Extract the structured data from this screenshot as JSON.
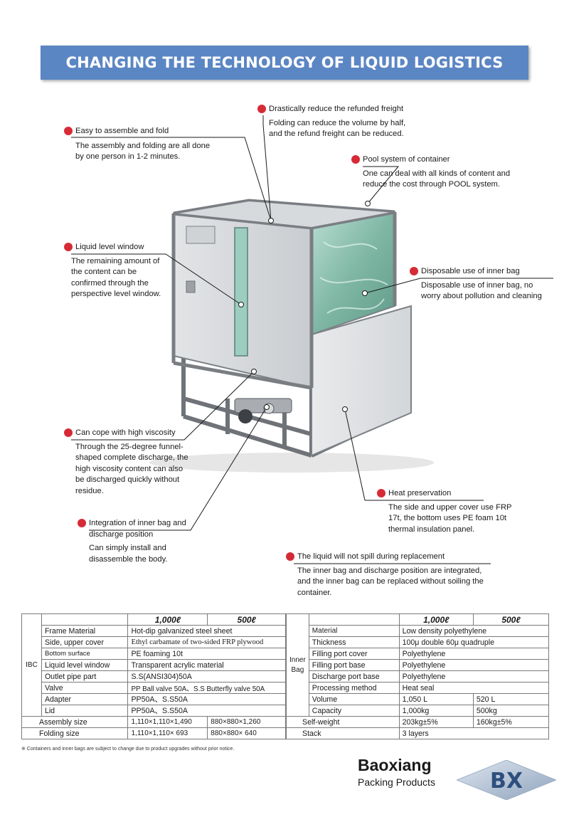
{
  "banner": {
    "title": "CHANGING THE TECHNOLOGY OF LIQUID LOGISTICS"
  },
  "callouts": [
    {
      "key": "assemble",
      "title": "Easy to assemble and fold",
      "desc": [
        "The assembly and folding are all done",
        "by one person in 1-2 minutes."
      ]
    },
    {
      "key": "freight",
      "title": "Drastically reduce the refunded freight",
      "desc": [
        "Folding can reduce the volume by half,",
        "and the refund freight can be reduced."
      ]
    },
    {
      "key": "pool",
      "title": "Pool system of container",
      "desc": [
        "One can deal with all kinds of content and",
        "reduce the cost through POOL system."
      ]
    },
    {
      "key": "level",
      "title": "Liquid level window",
      "desc": [
        "The remaining amount of",
        "the content can be",
        "confirmed through the",
        "perspective level window."
      ]
    },
    {
      "key": "disposable",
      "title": "Disposable use of inner bag",
      "desc": [
        "Disposable use of inner bag, no",
        "worry about pollution and cleaning"
      ]
    },
    {
      "key": "viscosity",
      "title": "Can cope with high viscosity",
      "desc": [
        "Through the 25-degree funnel-",
        "shaped complete discharge, the",
        "high viscosity content can also",
        "be discharged quickly without",
        "residue."
      ]
    },
    {
      "key": "heat",
      "title": "Heat preservation",
      "desc": [
        "The side and upper cover use FRP",
        "17t, the bottom uses PE foam 10t",
        "thermal insulation panel."
      ]
    },
    {
      "key": "integration",
      "title": "Integration of inner bag and discharge position",
      "desc": [
        "Can simply install and",
        "disassemble the body."
      ]
    },
    {
      "key": "spill",
      "title": "The liquid will not spill during replacement",
      "desc": [
        "The inner bag and discharge position are integrated,",
        "and the inner bag can be replaced without soiling the",
        "container."
      ]
    }
  ],
  "ibc_table": {
    "headers": [
      "1,000ℓ",
      "500ℓ"
    ],
    "group": "IBC",
    "rows": [
      {
        "label": "Frame  Material",
        "value": "Hot-dip galvanized steel sheet"
      },
      {
        "label": "Side, upper cover",
        "value": "Ethyl carbamate of two-sided FRP plywood"
      },
      {
        "label": "Bottom surface",
        "value": "PE foaming 10t"
      },
      {
        "label": "Liquid level window",
        "value": "Transparent acrylic material"
      },
      {
        "label": "Outlet pipe part",
        "value": "S.S(ANSI304)50A"
      },
      {
        "label": "Valve",
        "value": "PP Ball valve 50A、S.S Butterfly valve 50A"
      },
      {
        "label": "Adapter",
        "value": "PP50A、S.S50A"
      },
      {
        "label": "Lid",
        "value": "PP50A、S.S50A"
      }
    ],
    "size_rows": [
      {
        "label": "Assembly size",
        "v1000": "1,110×1,110×1,490",
        "v500": "880×880×1,260"
      },
      {
        "label": "Folding size",
        "v1000": "1,110×1,110×  693",
        "v500": "880×880×  640"
      }
    ]
  },
  "bag_table": {
    "headers": [
      "1,000ℓ",
      "500ℓ"
    ],
    "group": "Inner Bag",
    "rows": [
      {
        "label": "Material",
        "value": "Low density polyethylene"
      },
      {
        "label": "Thickness",
        "value": "100μ double  60μ quadruple"
      },
      {
        "label": "Filling port cover",
        "value": "Polyethylene"
      },
      {
        "label": "Filling port base",
        "value": "Polyethylene"
      },
      {
        "label": "Discharge port base",
        "value": "Polyethylene"
      },
      {
        "label": "Processing method",
        "value": "Heat seal"
      }
    ],
    "split_rows": [
      {
        "label": "Volume",
        "v1000": "1,050 L",
        "v500": "520 L"
      },
      {
        "label": "Capacity",
        "v1000": "1,000kg",
        "v500": "500kg"
      }
    ],
    "bottom_rows": [
      {
        "label": "Self-weight",
        "v1000": "203kg±5%",
        "v500": "160kg±5%"
      },
      {
        "label": "Stack",
        "v1000": "3 layers",
        "v500": ""
      }
    ]
  },
  "footnote": "※ Containers and inner bags are subject to change due to product upgrades without prior notice.",
  "brand": {
    "name": "Baoxiang",
    "sub": "Packing Products",
    "logo": "BX"
  },
  "colors": {
    "banner": "#5b86c4",
    "dot": "#d62b36",
    "frame": "#8a8a8a",
    "bag": "#8cc0b0"
  }
}
